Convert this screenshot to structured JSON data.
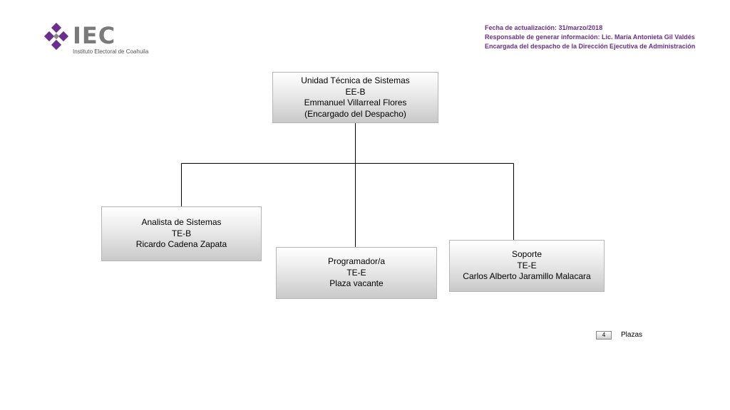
{
  "logo": {
    "name": "IEC",
    "subtitle": "Instituto Electoral de Coahuila",
    "colors": {
      "purple": "#6b2d8f",
      "gray": "#7a7a7a"
    }
  },
  "header_info": {
    "update_date": "Fecha de actualización: 31/marzo/2018",
    "responsible": "Responsable de generar información: Lic. María Antonieta Gil Valdés",
    "role": "Encargada del despacho de la Dirección Ejecutiva de Administración"
  },
  "org_chart": {
    "root": {
      "title": "Unidad Técnica de Sistemas",
      "level": "EE-B",
      "person": "Emmanuel Villarreal Flores",
      "note": "(Encargado del Despacho)"
    },
    "children": [
      {
        "title": "Analista de Sistemas",
        "level": "TE-B",
        "person": "Ricardo Cadena Zapata"
      },
      {
        "title": "Programador/a",
        "level": "TE-E",
        "person": "Plaza vacante"
      },
      {
        "title": "Soporte",
        "level": "TE-E",
        "person": "Carlos Alberto Jaramillo Malacara"
      }
    ]
  },
  "legend": {
    "count": "4",
    "label": "Plazas"
  }
}
